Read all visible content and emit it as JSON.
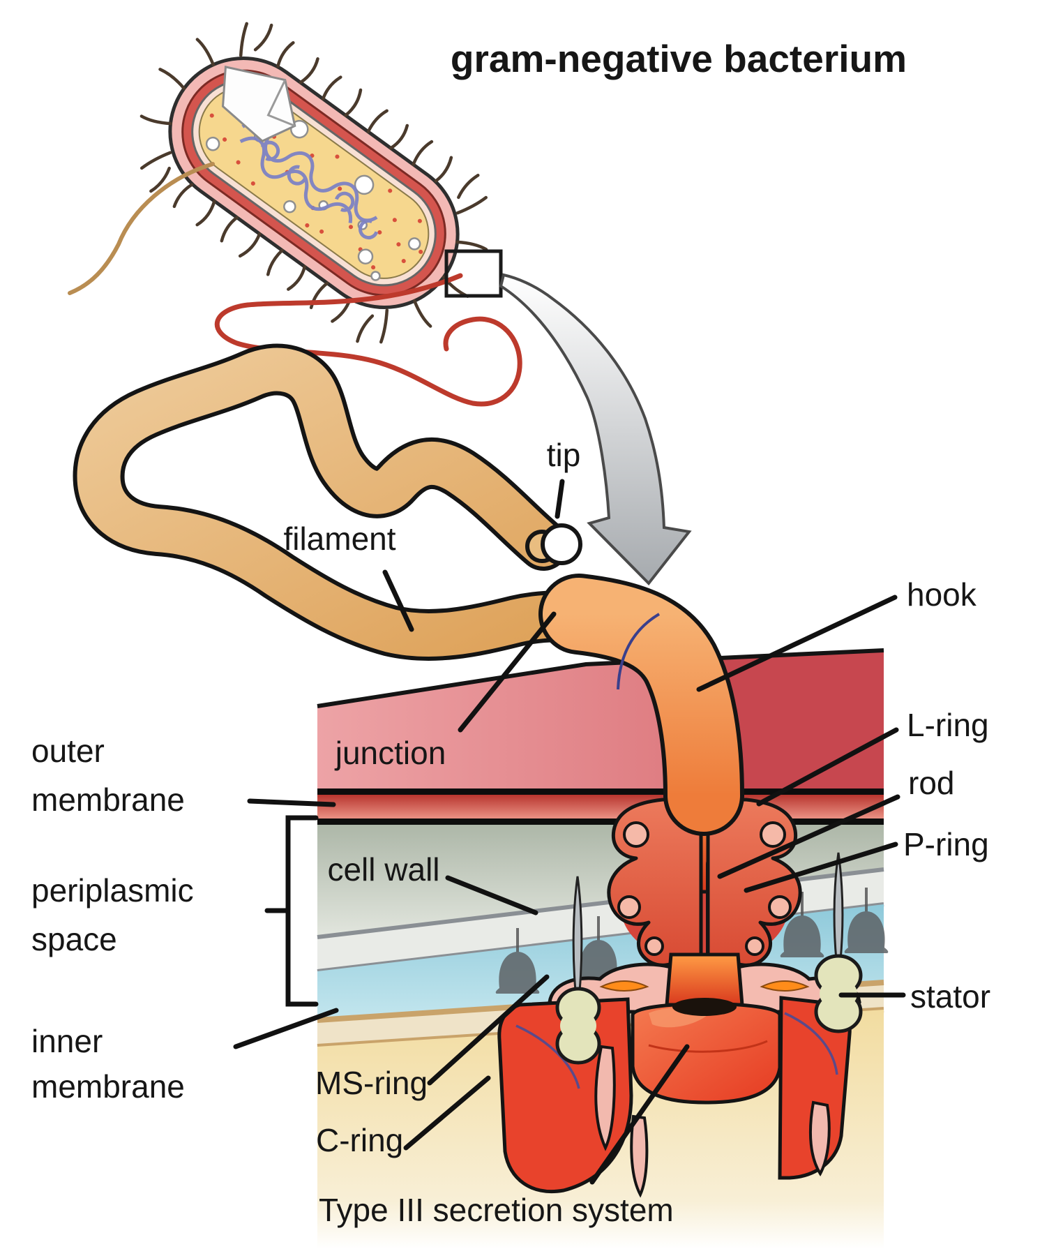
{
  "figure": {
    "title": "gram-negative bacterium",
    "labels": {
      "tip": "tip",
      "filament": "filament",
      "junction": "junction",
      "hook": "hook",
      "l_ring": "L-ring",
      "rod": "rod",
      "p_ring": "P-ring",
      "stator": "stator",
      "outer_membrane_line1": "outer",
      "outer_membrane_line2": "membrane",
      "periplasmic_line1": "periplasmic",
      "periplasmic_line2": "space",
      "cell_wall": "cell wall",
      "inner_membrane_line1": "inner",
      "inner_membrane_line2": "membrane",
      "ms_ring": "MS-ring",
      "c_ring": "C-ring",
      "type_iii": "Type III secretion system"
    },
    "colors": {
      "filament_tan": "#e4ad66",
      "hook_orange": "#f29a55",
      "outer_membrane_red": "#c7474f",
      "cell_wall_gray": "#c2cabb",
      "periplasm_blue": "#a4d6e2",
      "inner_membrane_tan": "#c9a36a",
      "cytoplasm_cream": "#f4e0aa",
      "motor_red": "#e8432c",
      "ring_salmon": "#f2b7aa",
      "rod_olive": "#a4922a",
      "stator_olive": "#e3e4bb",
      "nucleoid_purple": "#7d82c4",
      "label_black": "#161616"
    }
  }
}
